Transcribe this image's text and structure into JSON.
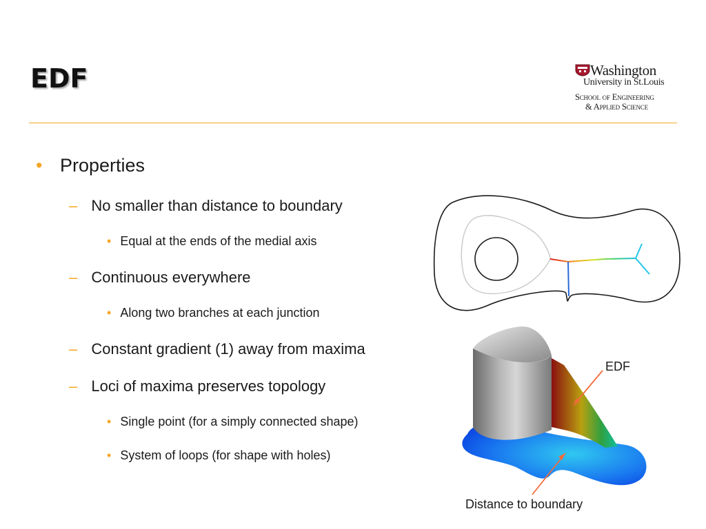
{
  "slide": {
    "title": "EDF"
  },
  "logo": {
    "line1": "Washington",
    "line2": "University in St.Louis",
    "line3": "School of Engineering",
    "line4": "& Applied Science"
  },
  "bullets": [
    {
      "level": 0,
      "text": "Properties"
    },
    {
      "level": 1,
      "text": "No smaller than distance to boundary"
    },
    {
      "level": 2,
      "text": "Equal at the ends of the medial axis"
    },
    {
      "level": 1,
      "text": "Continuous everywhere"
    },
    {
      "level": 2,
      "text": "Along two branches at each junction"
    },
    {
      "level": 1,
      "text": "Constant gradient (1) away from maxima"
    },
    {
      "level": 1,
      "text": "Loci of maxima preserves topology"
    },
    {
      "level": 2,
      "text": "Single point (for a simply connected shape)"
    },
    {
      "level": 2,
      "text": "System of loops (for shape with holes)"
    }
  ],
  "figure": {
    "label_edf": "EDF",
    "label_distance": "Distance to boundary"
  },
  "colors": {
    "accent": "#f5a623",
    "arrow": "#f26b3a"
  }
}
